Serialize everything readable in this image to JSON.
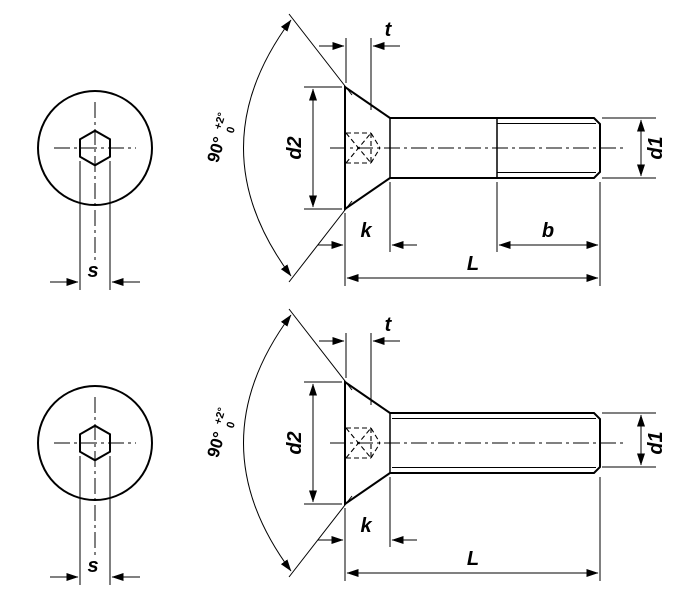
{
  "drawing": {
    "background": "#ffffff",
    "line_color": "#000000",
    "views": {
      "top": {
        "name": "hex-socket-countersunk-screw-partially-threaded",
        "labels": {
          "t": "t",
          "d2": "d2",
          "k": "k",
          "b": "b",
          "L": "L",
          "d1": "d1",
          "s": "s",
          "angle": "90°",
          "angle_tol_upper": "+2°",
          "angle_tol_lower": "0"
        }
      },
      "bottom": {
        "name": "hex-socket-countersunk-screw-fully-threaded",
        "labels": {
          "t": "t",
          "d2": "d2",
          "k": "k",
          "L": "L",
          "d1": "d1",
          "s": "s",
          "angle": "90°",
          "angle_tol_upper": "+2°",
          "angle_tol_lower": "0"
        }
      }
    }
  }
}
